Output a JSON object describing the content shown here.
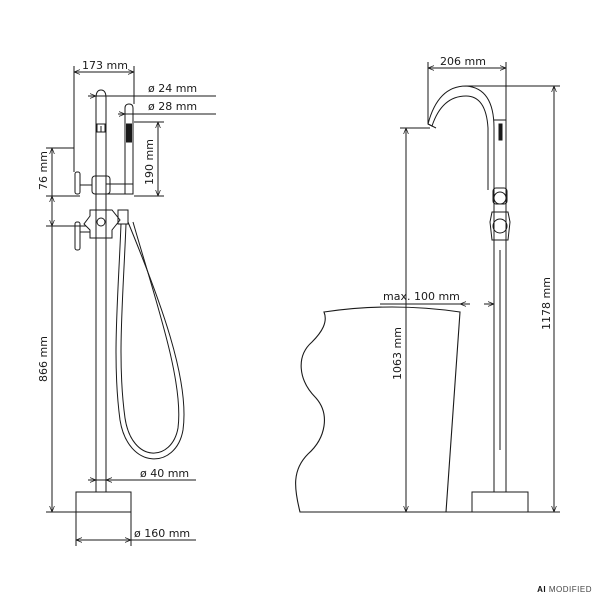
{
  "left_view": {
    "dim_width": "173 mm",
    "dim_spout_dia": "ø 24 mm",
    "dim_handshower_dia": "ø 28 mm",
    "dim_handshower_len": "190 mm",
    "dim_handle_height": "76 mm",
    "dim_spout_height": "866 mm",
    "dim_column_dia": "ø 40 mm",
    "dim_base_dia": "ø 160 mm"
  },
  "right_view": {
    "dim_reach": "206 mm",
    "dim_total_height": "1178 mm",
    "dim_spout_over_floor": "1063 mm",
    "dim_tub_rim_clearance": "max. 100 mm"
  },
  "badge": {
    "ai": "AI",
    "modified": "MODIFIED"
  }
}
